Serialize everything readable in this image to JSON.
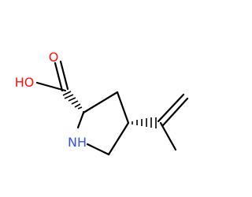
{
  "molecule": {
    "atoms": {
      "carbonyl_oxygen": {
        "label": "O",
        "color": "#ff0d0d"
      },
      "hydroxyl": {
        "label": "HO",
        "color": "#ff0d0d"
      },
      "ring_nitrogen": {
        "label": "NH",
        "color": "#3050f8"
      }
    },
    "bond_color": "#000000"
  }
}
